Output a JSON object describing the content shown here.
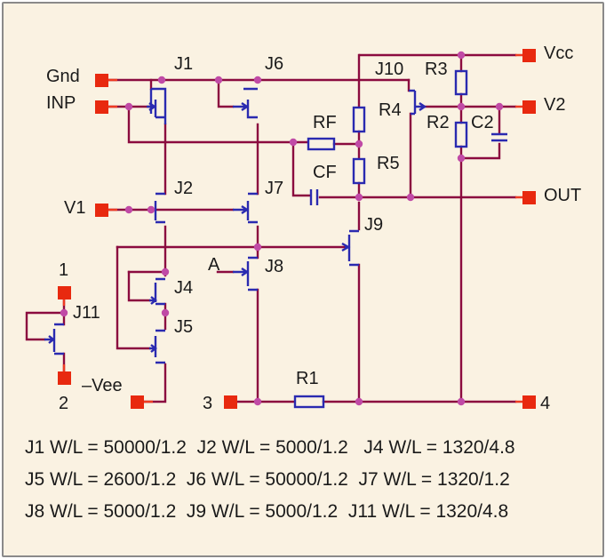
{
  "labels": {
    "gnd": "Gnd",
    "inp": "INP",
    "v1": "V1",
    "vee": "–Vee",
    "vcc": "Vcc",
    "v2": "V2",
    "out": "OUT",
    "j1": "J1",
    "j2": "J2",
    "j4": "J4",
    "j5": "J5",
    "j6": "J6",
    "j7": "J7",
    "j8": "J8",
    "j9": "J9",
    "j10": "J10",
    "j11": "J11",
    "r1": "R1",
    "r2": "R2",
    "r3": "R3",
    "r4": "R4",
    "r5": "R5",
    "rf": "RF",
    "cf": "CF",
    "c2": "C2",
    "a": "A",
    "p1": "1",
    "p2": "2",
    "p3": "3",
    "p4": "4"
  },
  "footnote": [
    "J1 W/L = 50000/1.2  J2 W/L = 5000/1.2   J4 W/L = 1320/4.8",
    "J5 W/L = 2600/1.2  J6 W/L = 50000/1.2  J7 W/L = 1320/1.2",
    "J8 W/L = 5000/1.2  J9 W/L = 5000/1.2  J11 W/L = 1320/4.8"
  ],
  "colors": {
    "wire": "#8b0b3f",
    "device": "#2a2ab0",
    "pad": "#e8290f",
    "node": "#c04aa6",
    "background": "#faf2e2"
  }
}
